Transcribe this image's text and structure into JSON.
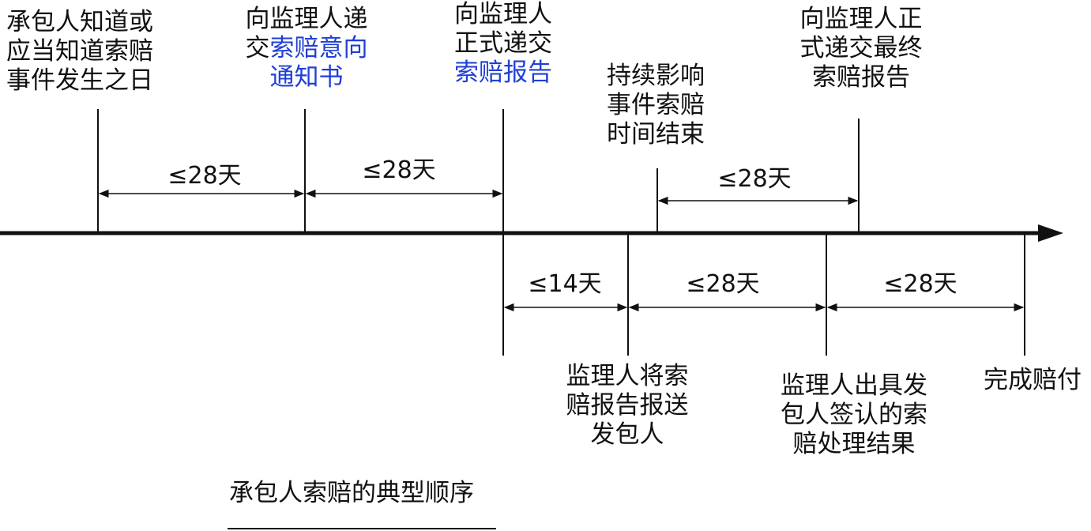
{
  "labels": {
    "claim_event_date": [
      "承包人知道或",
      "应当知道索赔",
      "事件发生之日"
    ],
    "submit_intent_line1_a": "向监理人递",
    "submit_intent_line2_a": "交",
    "submit_intent_line2_b": "索赔意向",
    "submit_intent_line3_b": "通知书",
    "formal_report_line1": "向监理人",
    "formal_report_line2": "正式递交",
    "formal_report_line3": "索赔报告",
    "continuous_end": [
      "持续影响",
      "事件索赔",
      "时间结束"
    ],
    "final_report": [
      "向监理人正",
      "式递交最终",
      "索赔报告"
    ],
    "engineer_forward": [
      "监理人将索",
      "赔报告报送",
      "发包人"
    ],
    "engineer_result": [
      "监理人出具发",
      "包人签认的索",
      "赔处理结果"
    ],
    "payment_done": "完成赔付"
  },
  "durations": {
    "d1": "≤28天",
    "d2": "≤28天",
    "d3": "≤28天",
    "d4": "≤14天",
    "d5": "≤28天",
    "d6": "≤28天"
  },
  "caption": "承包人索赔的典型顺序",
  "colors": {
    "line": "#111111",
    "highlight": "#1f3fd6"
  }
}
